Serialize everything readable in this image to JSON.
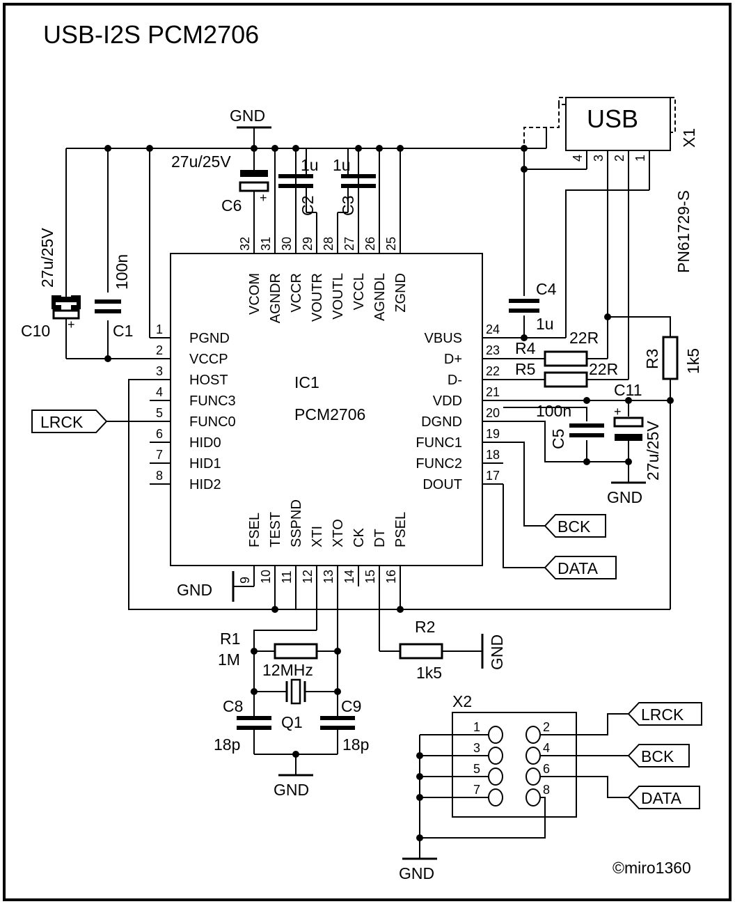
{
  "title": "USB-I2S PCM2706",
  "credit": "©miro1360",
  "gnd_label": "GND",
  "ic": {
    "ref": "IC1",
    "part": "PCM2706",
    "pins_left": [
      {
        "num": "1",
        "name": "PGND"
      },
      {
        "num": "2",
        "name": "VCCP"
      },
      {
        "num": "3",
        "name": "HOST"
      },
      {
        "num": "4",
        "name": "FUNC3"
      },
      {
        "num": "5",
        "name": "FUNC0"
      },
      {
        "num": "6",
        "name": "HID0"
      },
      {
        "num": "7",
        "name": "HID1"
      },
      {
        "num": "8",
        "name": "HID2"
      }
    ],
    "pins_right": [
      {
        "num": "24",
        "name": "VBUS"
      },
      {
        "num": "23",
        "name": "D+"
      },
      {
        "num": "22",
        "name": "D-"
      },
      {
        "num": "21",
        "name": "VDD"
      },
      {
        "num": "20",
        "name": "DGND"
      },
      {
        "num": "19",
        "name": "FUNC1"
      },
      {
        "num": "18",
        "name": "FUNC2"
      },
      {
        "num": "17",
        "name": "DOUT"
      }
    ],
    "pins_top": [
      {
        "num": "32",
        "name": "VCOM"
      },
      {
        "num": "31",
        "name": "AGNDR"
      },
      {
        "num": "30",
        "name": "VCCR"
      },
      {
        "num": "29",
        "name": "VOUTR"
      },
      {
        "num": "28",
        "name": "VOUTL"
      },
      {
        "num": "27",
        "name": "VCCL"
      },
      {
        "num": "26",
        "name": "AGNDL"
      },
      {
        "num": "25",
        "name": "ZGND"
      }
    ],
    "pins_bottom": [
      {
        "num": "9",
        "name": "FSEL"
      },
      {
        "num": "10",
        "name": "TEST"
      },
      {
        "num": "11",
        "name": "SSPND"
      },
      {
        "num": "12",
        "name": "XTI"
      },
      {
        "num": "13",
        "name": "XTO"
      },
      {
        "num": "14",
        "name": "CK"
      },
      {
        "num": "15",
        "name": "DT"
      },
      {
        "num": "16",
        "name": "PSEL"
      }
    ]
  },
  "parts": {
    "C1": {
      "ref": "C1",
      "value": "100n"
    },
    "C2": {
      "ref": "C2",
      "value": "1u"
    },
    "C3": {
      "ref": "C3",
      "value": "1u"
    },
    "C4": {
      "ref": "C4",
      "value": "1u"
    },
    "C5": {
      "ref": "C5",
      "value": "100n"
    },
    "C6": {
      "ref": "C6",
      "value": "27u/25V"
    },
    "C8": {
      "ref": "C8",
      "value": "18p"
    },
    "C9": {
      "ref": "C9",
      "value": "18p"
    },
    "C10": {
      "ref": "C10",
      "value": "27u/25V"
    },
    "C11": {
      "ref": "C11",
      "value": "27u/25V"
    },
    "R1": {
      "ref": "R1",
      "value": "1M"
    },
    "R2": {
      "ref": "R2",
      "value": "1k5"
    },
    "R3": {
      "ref": "R3",
      "value": "1k5"
    },
    "R4": {
      "ref": "R4",
      "value": "22R"
    },
    "R5": {
      "ref": "R5",
      "value": "22R"
    },
    "Q1": {
      "ref": "Q1",
      "value": "12MHz"
    }
  },
  "usb": {
    "ref": "X1",
    "label": "USB",
    "part": "PN61729-S",
    "pins": [
      "4",
      "3",
      "2",
      "1"
    ]
  },
  "header": {
    "ref": "X2",
    "pins_left": [
      "1",
      "3",
      "5",
      "7"
    ],
    "pins_right": [
      "2",
      "4",
      "6",
      "8"
    ]
  },
  "signals": {
    "lrck": "LRCK",
    "bck": "BCK",
    "data": "DATA"
  },
  "plus": "+"
}
